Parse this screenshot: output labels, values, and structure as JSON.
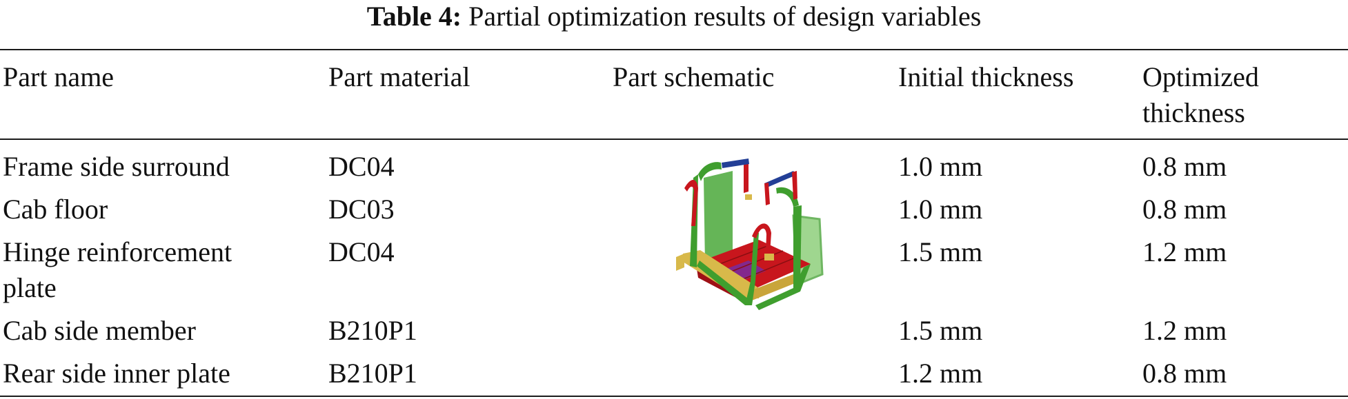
{
  "caption": {
    "label": "Table 4:",
    "text": " Partial optimization results of design variables"
  },
  "table": {
    "headers": [
      "Part name",
      "Part material",
      "Part schematic",
      "Initial thickness",
      "Optimized",
      "thickness"
    ],
    "rows": [
      {
        "name": "Frame side surround",
        "name2": "",
        "material": "DC04",
        "initial": "1.0 mm",
        "optimized": "0.8 mm"
      },
      {
        "name": "Cab floor",
        "name2": "",
        "material": "DC03",
        "initial": "1.0 mm",
        "optimized": "0.8 mm"
      },
      {
        "name": "Hinge reinforcement",
        "name2": "plate",
        "material": "DC04",
        "initial": "1.5 mm",
        "optimized": "1.2 mm"
      },
      {
        "name": "Cab side member",
        "name2": "",
        "material": "B210P1",
        "initial": "1.5 mm",
        "optimized": "1.2 mm"
      },
      {
        "name": "Rear side inner plate",
        "name2": "",
        "material": "B210P1",
        "initial": "1.2 mm",
        "optimized": "0.8 mm"
      }
    ]
  },
  "colors": {
    "frame_green": "#3f9e2e",
    "floor_red": "#c8161d",
    "yellow": "#d8b94a",
    "blue": "#233f96",
    "purple": "#7b2a9a"
  }
}
